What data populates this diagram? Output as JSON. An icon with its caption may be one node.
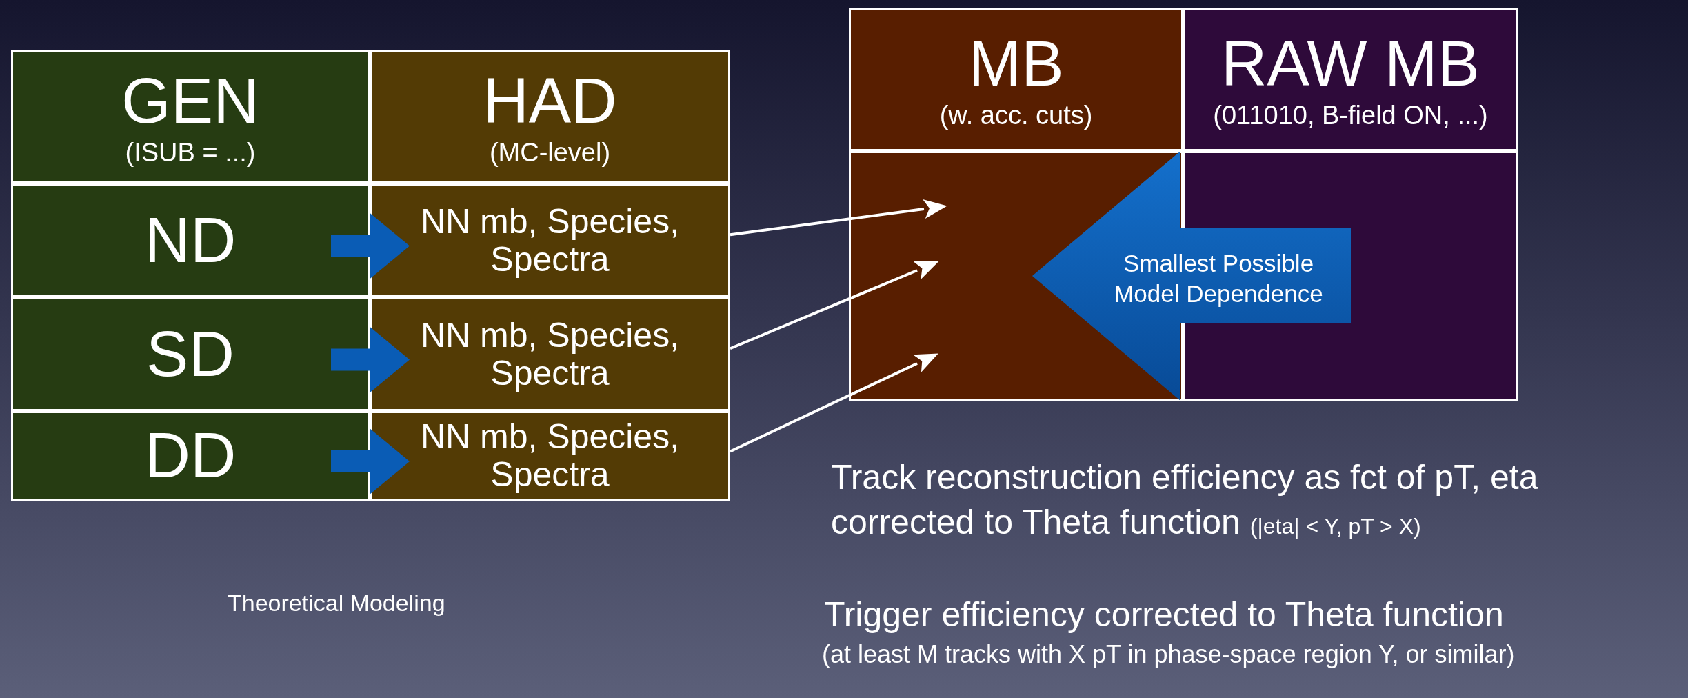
{
  "diagram": {
    "nodes": [
      {
        "text": [
          "GEN",
          "(ISUB = ...)"
        ]
      },
      {
        "text": [
          "HAD",
          "(MC-level)"
        ]
      },
      {
        "text": [
          "ND"
        ]
      },
      {
        "text": [
          "NN mb, Species, Spectra"
        ]
      },
      {
        "text": [
          "SD"
        ]
      },
      {
        "text": [
          "NN mb, Species, Spectra"
        ]
      },
      {
        "text": [
          "DD"
        ]
      },
      {
        "text": [
          "NN mb, Species, Spectra"
        ]
      },
      {
        "text": [
          "MB",
          "(w. acc. cuts)"
        ]
      },
      {
        "text": [
          "RAW MB",
          "(011010, B-field ON, ...)"
        ]
      },
      {
        "text": [],
        "shape": "box"
      },
      {
        "text": [],
        "shape": "box"
      },
      {
        "text": [
          "Smallest Possible Model Dependence"
        ]
      }
    ],
    "edges": [
      {
        "from": 2,
        "to": 3,
        "arrow": "to",
        "style": "thick",
        "color": "#0a5cb5"
      },
      {
        "from": 4,
        "to": 5,
        "arrow": "to",
        "style": "thick",
        "color": "#0a5cb5"
      },
      {
        "from": 6,
        "to": 7,
        "arrow": "to",
        "style": "thick",
        "color": "#0a5cb5"
      },
      {
        "from": 3,
        "to": 10,
        "arrow": "to",
        "color": "#ffffff"
      },
      {
        "from": 5,
        "to": 10,
        "arrow": "to",
        "color": "#ffffff"
      },
      {
        "from": 7,
        "to": 10,
        "arrow": "to",
        "color": "#ffffff"
      }
    ],
    "labels": [
      "Theoretical Modeling",
      "Track reconstruction efficiency as fct of pT, eta corrected to Theta function",
      "(|eta| < Y, pT > X)",
      "Trigger efficiency corrected to Theta function",
      "(at least M tracks with X pT in phase-space region Y, or similar)"
    ]
  }
}
